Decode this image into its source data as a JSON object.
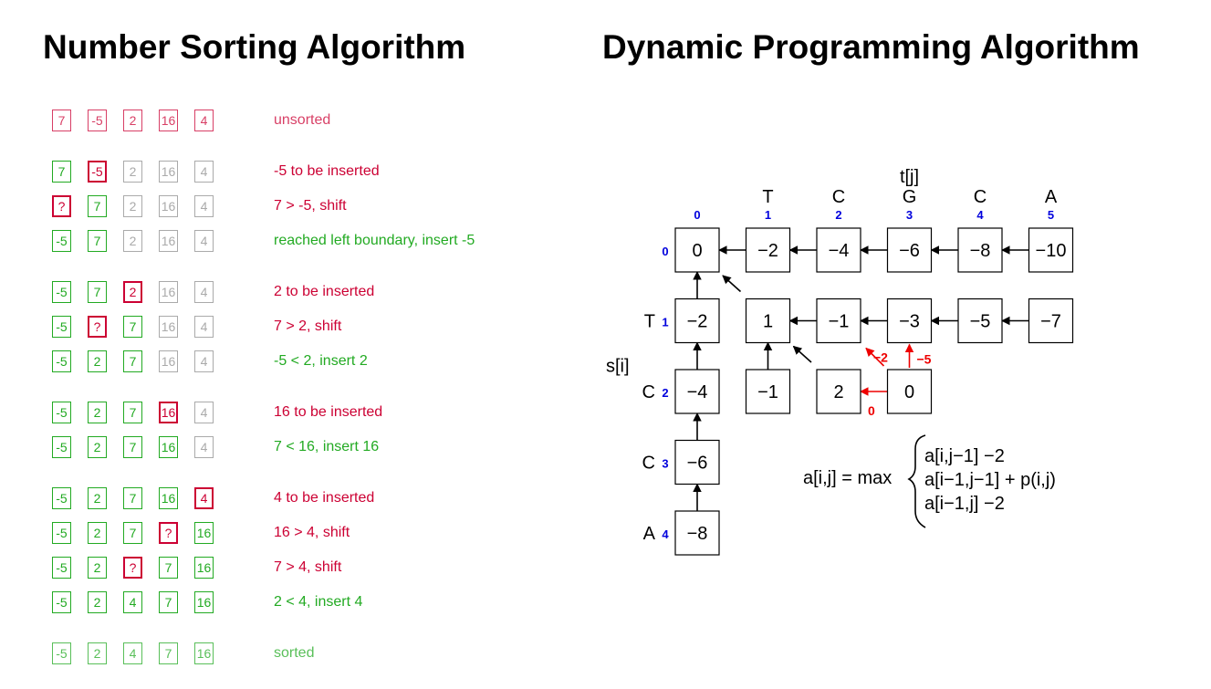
{
  "sorting": {
    "title": "Number Sorting Algorithm",
    "rows": [
      {
        "cells": [
          {
            "v": "7",
            "c": "red"
          },
          {
            "v": "-5",
            "c": "red"
          },
          {
            "v": "2",
            "c": "red"
          },
          {
            "v": "16",
            "c": "red"
          },
          {
            "v": "4",
            "c": "red"
          }
        ],
        "label": "unsorted",
        "labelColor": "red",
        "faded": true
      },
      {
        "cells": [
          {
            "v": "7",
            "c": "green"
          },
          {
            "v": "-5",
            "c": "red",
            "active": true
          },
          {
            "v": "2",
            "c": "gray"
          },
          {
            "v": "16",
            "c": "gray"
          },
          {
            "v": "4",
            "c": "gray"
          }
        ],
        "label": "-5 to be inserted",
        "labelColor": "red"
      },
      {
        "cells": [
          {
            "v": "?",
            "c": "red",
            "active": true
          },
          {
            "v": "7",
            "c": "green"
          },
          {
            "v": "2",
            "c": "gray"
          },
          {
            "v": "16",
            "c": "gray"
          },
          {
            "v": "4",
            "c": "gray"
          }
        ],
        "label": "7 > -5, shift",
        "labelColor": "red"
      },
      {
        "cells": [
          {
            "v": "-5",
            "c": "green"
          },
          {
            "v": "7",
            "c": "green"
          },
          {
            "v": "2",
            "c": "gray"
          },
          {
            "v": "16",
            "c": "gray"
          },
          {
            "v": "4",
            "c": "gray"
          }
        ],
        "label": "reached left boundary, insert -5",
        "labelColor": "green"
      },
      {
        "cells": [
          {
            "v": "-5",
            "c": "green"
          },
          {
            "v": "7",
            "c": "green"
          },
          {
            "v": "2",
            "c": "red",
            "active": true
          },
          {
            "v": "16",
            "c": "gray"
          },
          {
            "v": "4",
            "c": "gray"
          }
        ],
        "label": "2 to be inserted",
        "labelColor": "red"
      },
      {
        "cells": [
          {
            "v": "-5",
            "c": "green"
          },
          {
            "v": "?",
            "c": "red",
            "active": true
          },
          {
            "v": "7",
            "c": "green"
          },
          {
            "v": "16",
            "c": "gray"
          },
          {
            "v": "4",
            "c": "gray"
          }
        ],
        "label": "7 > 2, shift",
        "labelColor": "red"
      },
      {
        "cells": [
          {
            "v": "-5",
            "c": "green"
          },
          {
            "v": "2",
            "c": "green"
          },
          {
            "v": "7",
            "c": "green"
          },
          {
            "v": "16",
            "c": "gray"
          },
          {
            "v": "4",
            "c": "gray"
          }
        ],
        "label": "-5 < 2, insert 2",
        "labelColor": "green"
      },
      {
        "cells": [
          {
            "v": "-5",
            "c": "green"
          },
          {
            "v": "2",
            "c": "green"
          },
          {
            "v": "7",
            "c": "green"
          },
          {
            "v": "16",
            "c": "red",
            "active": true
          },
          {
            "v": "4",
            "c": "gray"
          }
        ],
        "label": "16 to be inserted",
        "labelColor": "red"
      },
      {
        "cells": [
          {
            "v": "-5",
            "c": "green"
          },
          {
            "v": "2",
            "c": "green"
          },
          {
            "v": "7",
            "c": "green"
          },
          {
            "v": "16",
            "c": "green"
          },
          {
            "v": "4",
            "c": "gray"
          }
        ],
        "label": "7 < 16, insert 16",
        "labelColor": "green"
      },
      {
        "cells": [
          {
            "v": "-5",
            "c": "green"
          },
          {
            "v": "2",
            "c": "green"
          },
          {
            "v": "7",
            "c": "green"
          },
          {
            "v": "16",
            "c": "green"
          },
          {
            "v": "4",
            "c": "red",
            "active": true
          }
        ],
        "label": "4 to be inserted",
        "labelColor": "red"
      },
      {
        "cells": [
          {
            "v": "-5",
            "c": "green"
          },
          {
            "v": "2",
            "c": "green"
          },
          {
            "v": "7",
            "c": "green"
          },
          {
            "v": "?",
            "c": "red",
            "active": true
          },
          {
            "v": "16",
            "c": "green"
          }
        ],
        "label": "16 > 4, shift",
        "labelColor": "red"
      },
      {
        "cells": [
          {
            "v": "-5",
            "c": "green"
          },
          {
            "v": "2",
            "c": "green"
          },
          {
            "v": "?",
            "c": "red",
            "active": true
          },
          {
            "v": "7",
            "c": "green"
          },
          {
            "v": "16",
            "c": "green"
          }
        ],
        "label": "7 > 4, shift",
        "labelColor": "red"
      },
      {
        "cells": [
          {
            "v": "-5",
            "c": "green"
          },
          {
            "v": "2",
            "c": "green"
          },
          {
            "v": "4",
            "c": "green"
          },
          {
            "v": "7",
            "c": "green"
          },
          {
            "v": "16",
            "c": "green"
          }
        ],
        "label": "2 < 4, insert 4",
        "labelColor": "green"
      },
      {
        "cells": [
          {
            "v": "-5",
            "c": "green"
          },
          {
            "v": "2",
            "c": "green"
          },
          {
            "v": "4",
            "c": "green"
          },
          {
            "v": "7",
            "c": "green"
          },
          {
            "v": "16",
            "c": "green"
          }
        ],
        "label": "sorted",
        "labelColor": "green",
        "faded": true
      }
    ]
  },
  "dp": {
    "title": "Dynamic Programming Algorithm",
    "t_label": "t[j]",
    "s_label": "s[i]",
    "t_letters": [
      "",
      "T",
      "C",
      "G",
      "C",
      "A"
    ],
    "s_letters": [
      "",
      "T",
      "C",
      "C",
      "A"
    ],
    "col_indices": [
      "0",
      "1",
      "2",
      "3",
      "4",
      "5"
    ],
    "row_indices": [
      "0",
      "1",
      "2",
      "3",
      "4"
    ],
    "grid": [
      [
        "0",
        "−2",
        "−4",
        "−6",
        "−8",
        "−10"
      ],
      [
        "−2",
        "1",
        "−1",
        "−3",
        "−5",
        "−7"
      ],
      [
        "−4",
        "−1",
        "2",
        "0",
        "",
        ""
      ],
      [
        "−6",
        "",
        "",
        "",
        "",
        ""
      ],
      [
        "−8",
        "",
        "",
        "",
        "",
        ""
      ]
    ],
    "arrow_labels": {
      "diag": "−2",
      "up": "−5",
      "left": "0"
    },
    "formula": {
      "lhs": "a[i,j] = max",
      "cases": [
        "a[i,j−1] −2",
        "a[i−1,j−1] + p(i,j)",
        "a[i−1,j] −2"
      ]
    },
    "colors": {
      "index": "#0000dd",
      "highlight": "#ee0000",
      "line": "#000000"
    }
  }
}
